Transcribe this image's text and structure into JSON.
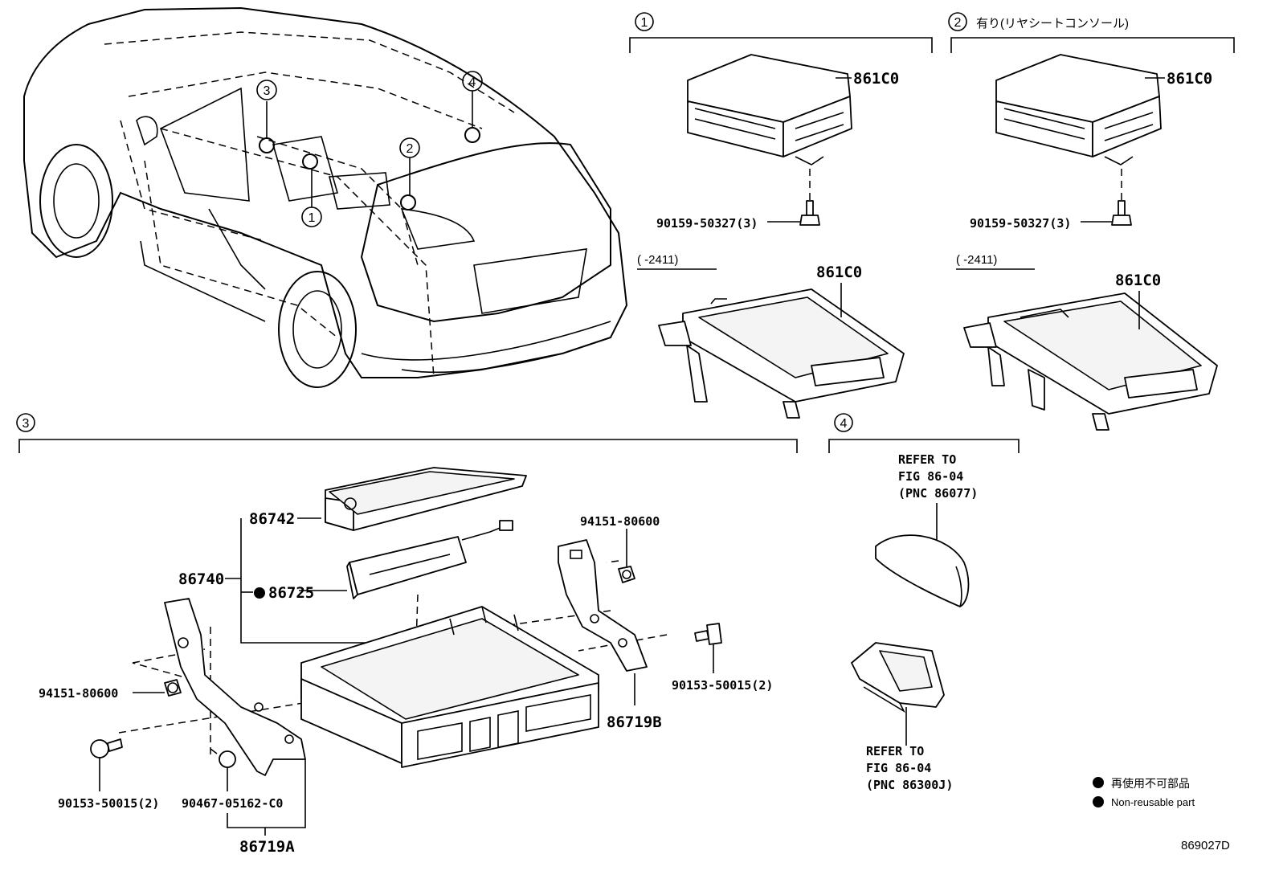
{
  "callouts": {
    "c1": "1",
    "c2": "2",
    "c3": "3",
    "c4": "4"
  },
  "sections": {
    "s1": {
      "num": "1",
      "title": ""
    },
    "s2": {
      "num": "2",
      "title": "有り(リヤシートコンソール)"
    },
    "s3": {
      "num": "3",
      "title": ""
    },
    "s4": {
      "num": "4",
      "title": ""
    }
  },
  "labels": {
    "s1_ecu": "861C0",
    "s1_bolt": "90159-50327(3)",
    "s1_range": "(     -2411)",
    "s1_bracket": "861C0",
    "s2_ecu": "861C0",
    "s2_bolt": "90159-50327(3)",
    "s2_range": "(     -2411)",
    "s2_bracket": "861C0",
    "p86742": "86742",
    "p86740": "86740",
    "p86725": "86725",
    "p94151_top": "94151-80600",
    "p94151_left": "94151-80600",
    "p90153_right": "90153-50015(2)",
    "p90153_left": "90153-50015(2)",
    "p90467": "90467-05162-C0",
    "p86719B": "86719B",
    "p86719A": "86719A",
    "refer1_l1": "REFER TO",
    "refer1_l2": "FIG 86-04",
    "refer1_l3": "(PNC 86077)",
    "refer2_l1": "REFER TO",
    "refer2_l2": "FIG 86-04",
    "refer2_l3": "(PNC 86300J)"
  },
  "legend": {
    "jp": "再使用不可部品",
    "en": "Non-reusable part"
  },
  "figure_code": "869027D"
}
